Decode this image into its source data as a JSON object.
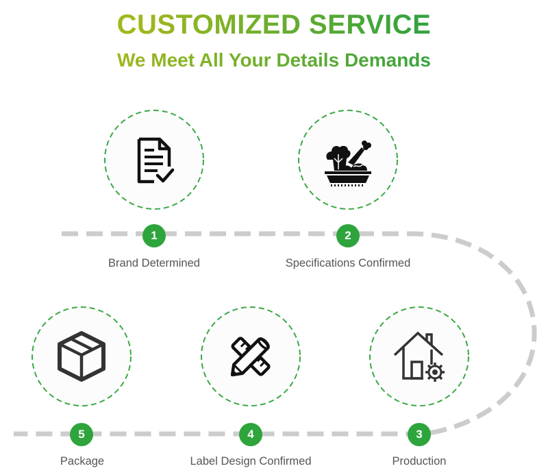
{
  "header": {
    "title": "CUSTOMIZED SERVICE",
    "subtitle": "We Meet All Your Details Demands"
  },
  "colors": {
    "title_gradient_start": "#a2b81c",
    "title_gradient_end": "#35a33f",
    "badge": "#2ea43c",
    "ring": "#3aa845",
    "path": "#cccccc",
    "label": "#555555",
    "icon": "#1a1a1a"
  },
  "steps": [
    {
      "number": "1",
      "label": "Brand Determined",
      "icon": "document-check-icon"
    },
    {
      "number": "2",
      "label": "Specifications Confirmed",
      "icon": "vegetable-basket-icon"
    },
    {
      "number": "3",
      "label": "Production",
      "icon": "factory-house-gear-icon"
    },
    {
      "number": "4",
      "label": "Label Design Confirmed",
      "icon": "pencil-ruler-icon"
    },
    {
      "number": "5",
      "label": "Package",
      "icon": "box-icon"
    }
  ]
}
